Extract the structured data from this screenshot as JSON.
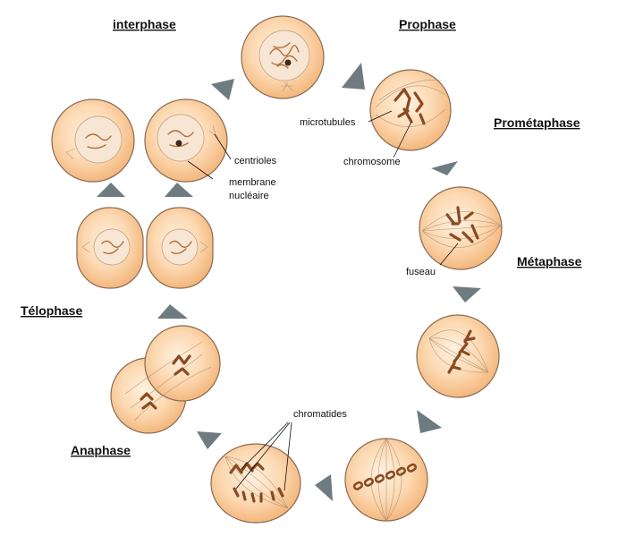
{
  "phases": {
    "interphase": "interphase",
    "prophase": "Prophase",
    "prometaphase": "Prométaphase",
    "metaphase": "Métaphase",
    "anaphase": "Anaphase",
    "telophase": "Télophase"
  },
  "labels": {
    "microtubules": "microtubules",
    "chromosome": "chromosome",
    "fuseau": "fuseau",
    "chromatides": "chromatides",
    "centrioles": "centrioles",
    "membrane_line1": "membrane",
    "membrane_line2": "nucléaire"
  },
  "colors": {
    "cell_fill": "#fbd3a6",
    "cell_edge": "#8a6a52",
    "nucleus": "#f7e6d3",
    "chromosome": "#8a4a22",
    "arrow": "#6e7b80"
  }
}
